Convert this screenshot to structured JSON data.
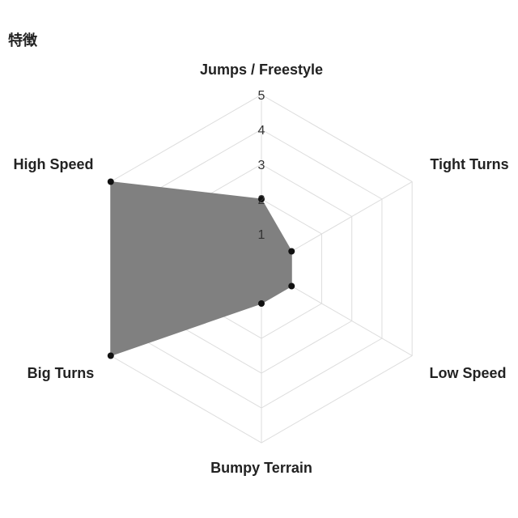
{
  "chart_data": {
    "type": "radar",
    "title": "特徴",
    "axes": [
      "Jumps / Freestyle",
      "Tight Turns",
      "Low Speed",
      "Bumpy Terrain",
      "Big Turns",
      "High Speed"
    ],
    "values": [
      2,
      1,
      1,
      1,
      5,
      5
    ],
    "r_range": [
      0,
      5
    ],
    "ticks": [
      1,
      2,
      3,
      4,
      5
    ],
    "grid": true,
    "legend": "none",
    "colors": {
      "fill": "#808080",
      "line": "#808080",
      "point": "#111111",
      "grid": "#dddddd"
    }
  }
}
